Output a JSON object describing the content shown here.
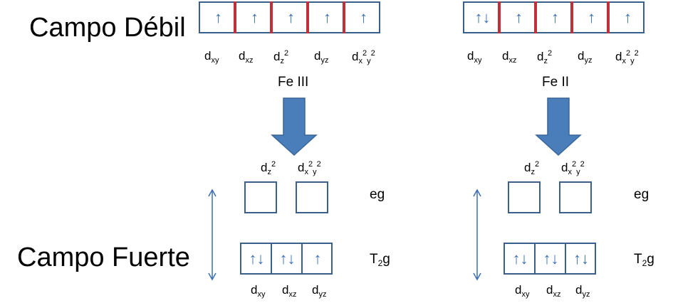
{
  "headings": {
    "weak": "Campo Débil",
    "strong": "Campo Fuerte"
  },
  "ions": {
    "left": "Fe III",
    "right": "Fe II"
  },
  "orbital_labels": {
    "xy": "xy",
    "xz": "xz",
    "yz": "yz",
    "z2": "z",
    "x2y2": "x",
    "d": "d",
    "sq": "2",
    "y": "y"
  },
  "levels": {
    "eg": "eg",
    "t2g_T": "T",
    "t2g_sub": "2",
    "t2g_g": "g"
  },
  "spins": {
    "up": "↑",
    "pair": "↑↓",
    "left_weak": [
      "↑",
      "↑",
      "↑",
      "↑",
      "↑"
    ],
    "right_weak": [
      "↑↓",
      "↑",
      "↑",
      "↑",
      "↑"
    ],
    "left_t2g": [
      "↑↓",
      "↑↓",
      "↑"
    ],
    "right_t2g": [
      "↑↓",
      "↑↓",
      "↑↓"
    ]
  },
  "colors": {
    "arrow_fill": "#4a7ebb",
    "box_border": "#3a5f8a",
    "divider": "#c0303a",
    "spin": "#3a6fb4"
  }
}
